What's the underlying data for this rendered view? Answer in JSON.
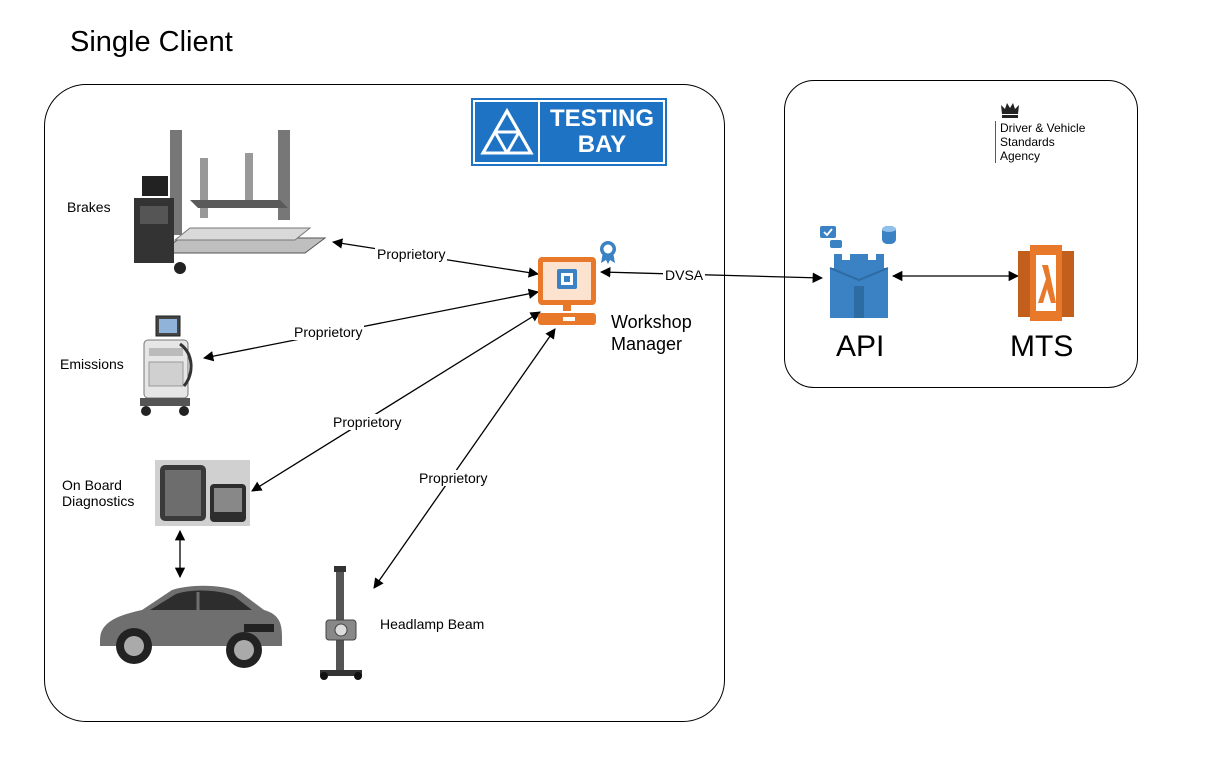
{
  "title": "Single Client",
  "sign": {
    "line1": "TESTING",
    "line2": "BAY"
  },
  "devices": {
    "brakes": "Brakes",
    "emissions": "Emissions",
    "obd_line1": "On Board",
    "obd_line2": "Diagnostics",
    "headlamp": "Headlamp Beam"
  },
  "workshop": {
    "line1": "Workshop",
    "line2": "Manager"
  },
  "edges": {
    "brakes": "Proprietory",
    "emissions": "Proprietory",
    "obd": "Proprietory",
    "headlamp": "Proprietory",
    "dvsa": "DVSA"
  },
  "agency": {
    "line1": "Driver & Vehicle",
    "line2": "Standards",
    "line3": "Agency"
  },
  "services": {
    "api": "API",
    "mts": "MTS"
  },
  "colors": {
    "sign_blue": "#1f73c4",
    "aws_blue": "#3b82c4",
    "aws_orange": "#e8782a",
    "dvsa_green": "#2a7a3a"
  },
  "icons": [
    "testing-bay-triangles-icon",
    "brake-tester-icon",
    "emissions-analyser-icon",
    "diagnostics-tablet-icon",
    "car-icon",
    "headlamp-tester-icon",
    "workshop-computer-icon",
    "certificate-icon",
    "crown-crest-icon",
    "api-gateway-icon",
    "lambda-icon"
  ]
}
